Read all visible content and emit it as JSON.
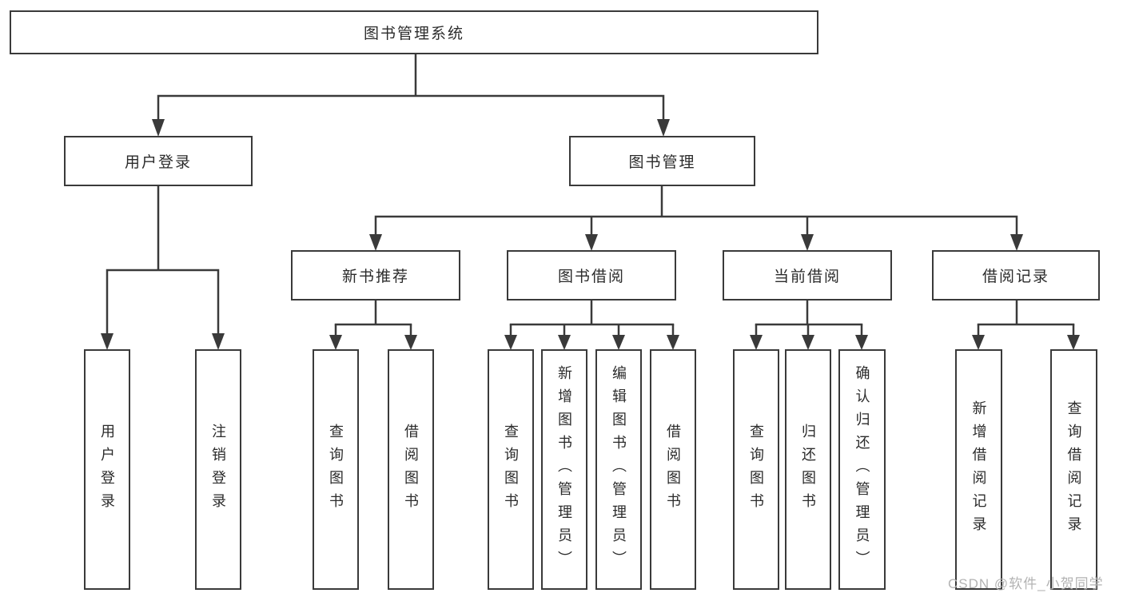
{
  "tree": {
    "root": "图书管理系统",
    "user_branch": {
      "label": "用户登录",
      "children": [
        "用户登录",
        "注销登录"
      ]
    },
    "book_branch": {
      "label": "图书管理",
      "groups": [
        {
          "label": "新书推荐",
          "children": [
            "查询图书",
            "借阅图书"
          ]
        },
        {
          "label": "图书借阅",
          "children": [
            "查询图书",
            "新增图书（管理员）",
            "编辑图书（管理员）",
            "借阅图书"
          ]
        },
        {
          "label": "当前借阅",
          "children": [
            "查询图书",
            "归还图书",
            "确认归还（管理员）"
          ]
        },
        {
          "label": "借阅记录",
          "children": [
            "新增借阅记录",
            "查询借阅记录"
          ]
        }
      ]
    }
  },
  "watermark": {
    "text": "CSDN @软件_小贺同学"
  },
  "colors": {
    "line": "#3a3a3a",
    "text": "#2b2b2b",
    "watermark": "#b3b3b3",
    "background": "#ffffff"
  }
}
